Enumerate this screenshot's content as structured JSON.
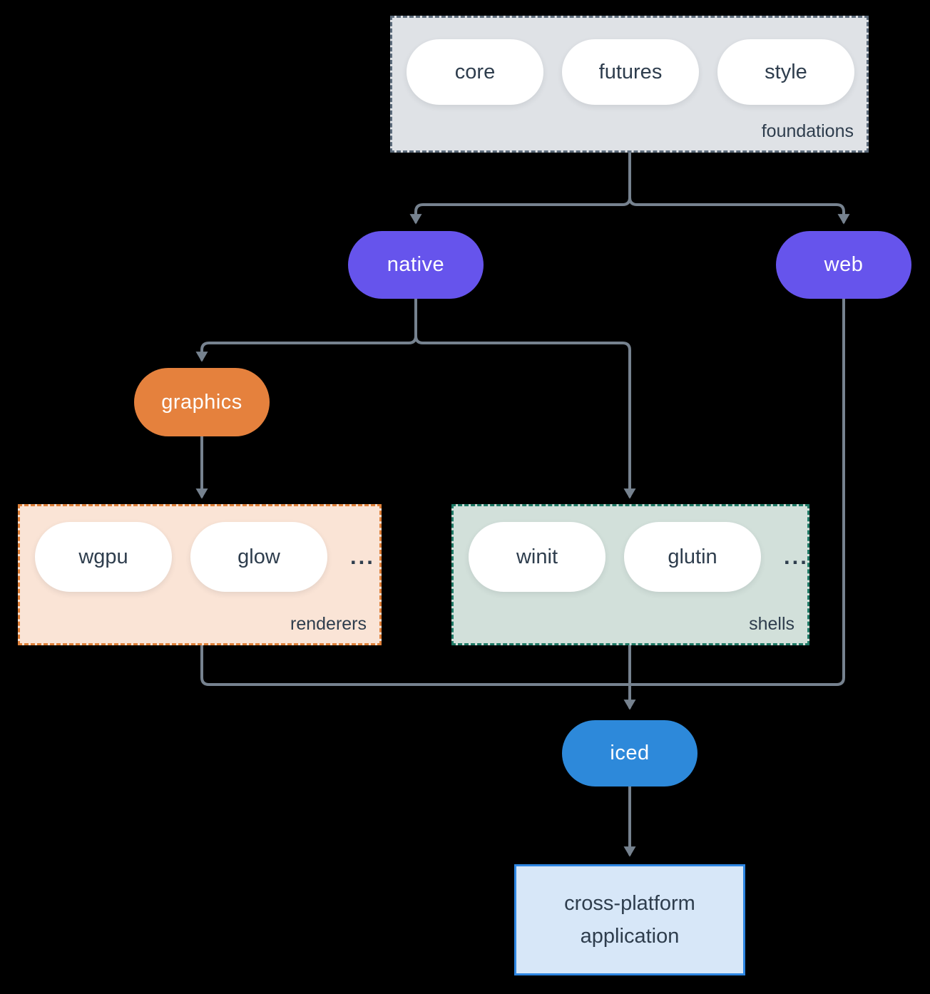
{
  "palette": {
    "background": "#000000",
    "connector": "#76828F",
    "text_dark": "#2E3D4D",
    "node_purple": "#6654EC",
    "node_orange": "#E5813D",
    "node_blue": "#2D89DA",
    "foundations_fill": "#DFE2E6",
    "foundations_border": "#5C6B7B",
    "renderers_fill": "#FAE4D6",
    "renderers_border": "#E0813A",
    "shells_fill": "#D2E0DA",
    "shells_border": "#1F7A66",
    "application_fill": "#D7E7F8",
    "application_border": "#2E86E2"
  },
  "foundations": {
    "label": "foundations",
    "pills": [
      "core",
      "futures",
      "style"
    ]
  },
  "nodes": {
    "native": "native",
    "web": "web",
    "graphics": "graphics",
    "iced": "iced"
  },
  "renderers": {
    "label": "renderers",
    "pills": [
      "wgpu",
      "glow"
    ],
    "ellipsis": "..."
  },
  "shells": {
    "label": "shells",
    "pills": [
      "winit",
      "glutin"
    ],
    "ellipsis": "..."
  },
  "application": {
    "label": "cross-platform application"
  }
}
